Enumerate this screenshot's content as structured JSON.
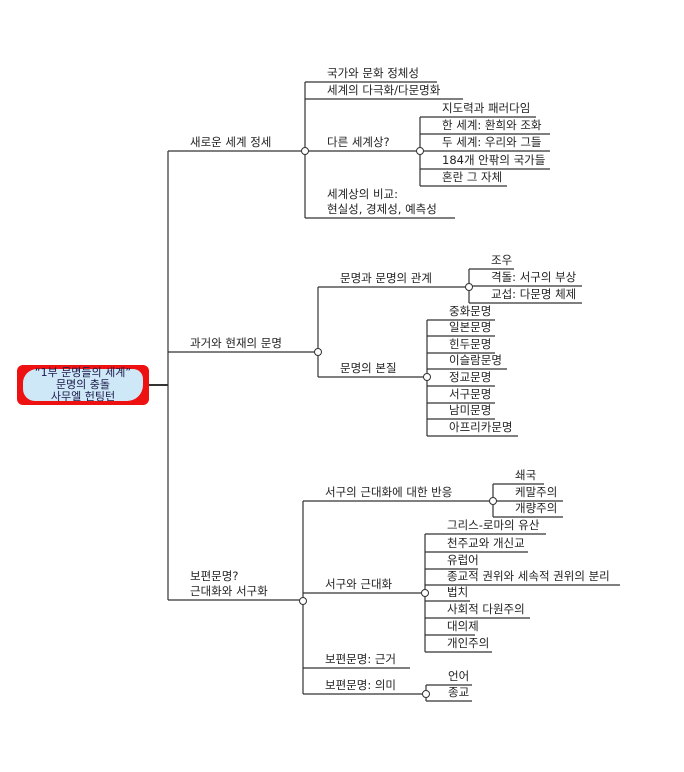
{
  "root": {
    "line1": "“1부 문명들의 세계”",
    "line2": "문명의 충돌",
    "line3": "사무엘 헌팅턴"
  },
  "branches": [
    {
      "label": "새로운 세계 정세",
      "children": [
        {
          "label": "국가와 문화 정체성"
        },
        {
          "label": "세계의 다극화/다문명화"
        },
        {
          "label": "다른 세계상?",
          "children": [
            {
              "label": "지도력과 패러다임"
            },
            {
              "label": "한 세계: 환희와 조화"
            },
            {
              "label": "두 세계: 우리와 그들"
            },
            {
              "label": "184개 안팎의 국가들"
            },
            {
              "label": "혼란 그 자체"
            }
          ]
        },
        {
          "label": "세계상의 비교:",
          "label2": "현실성, 경제성, 예측성"
        }
      ]
    },
    {
      "label": "과거와 현재의 문명",
      "children": [
        {
          "label": "문명과 문명의 관계",
          "children": [
            {
              "label": "조우"
            },
            {
              "label": "격돌: 서구의 부상"
            },
            {
              "label": "교섭: 다문명 체제"
            }
          ]
        },
        {
          "label": "문명의 본질",
          "children": [
            {
              "label": "중화문명"
            },
            {
              "label": "일본문명"
            },
            {
              "label": "힌두문명"
            },
            {
              "label": "이슬람문명"
            },
            {
              "label": "정교문명"
            },
            {
              "label": "서구문명"
            },
            {
              "label": "남미문명"
            },
            {
              "label": "아프리카문명"
            }
          ]
        }
      ]
    },
    {
      "label": "보편문명?",
      "label2": "근대화와 서구화",
      "children": [
        {
          "label": "서구의 근대화에 대한 반응",
          "children": [
            {
              "label": "쇄국"
            },
            {
              "label": "케말주의"
            },
            {
              "label": "개량주의"
            }
          ]
        },
        {
          "label": "서구와 근대화",
          "children": [
            {
              "label": "그리스-로마의 유산"
            },
            {
              "label": "천주교와 개신교"
            },
            {
              "label": "유럽어"
            },
            {
              "label": "종교적 권위와 세속적 권위의 분리"
            },
            {
              "label": "법치"
            },
            {
              "label": "사회적 다원주의"
            },
            {
              "label": "대의제"
            },
            {
              "label": "개인주의"
            }
          ]
        },
        {
          "label": "보편문명: 근거"
        },
        {
          "label": "보편문명: 의미",
          "children": [
            {
              "label": "언어"
            },
            {
              "label": "종교"
            }
          ]
        }
      ]
    }
  ]
}
